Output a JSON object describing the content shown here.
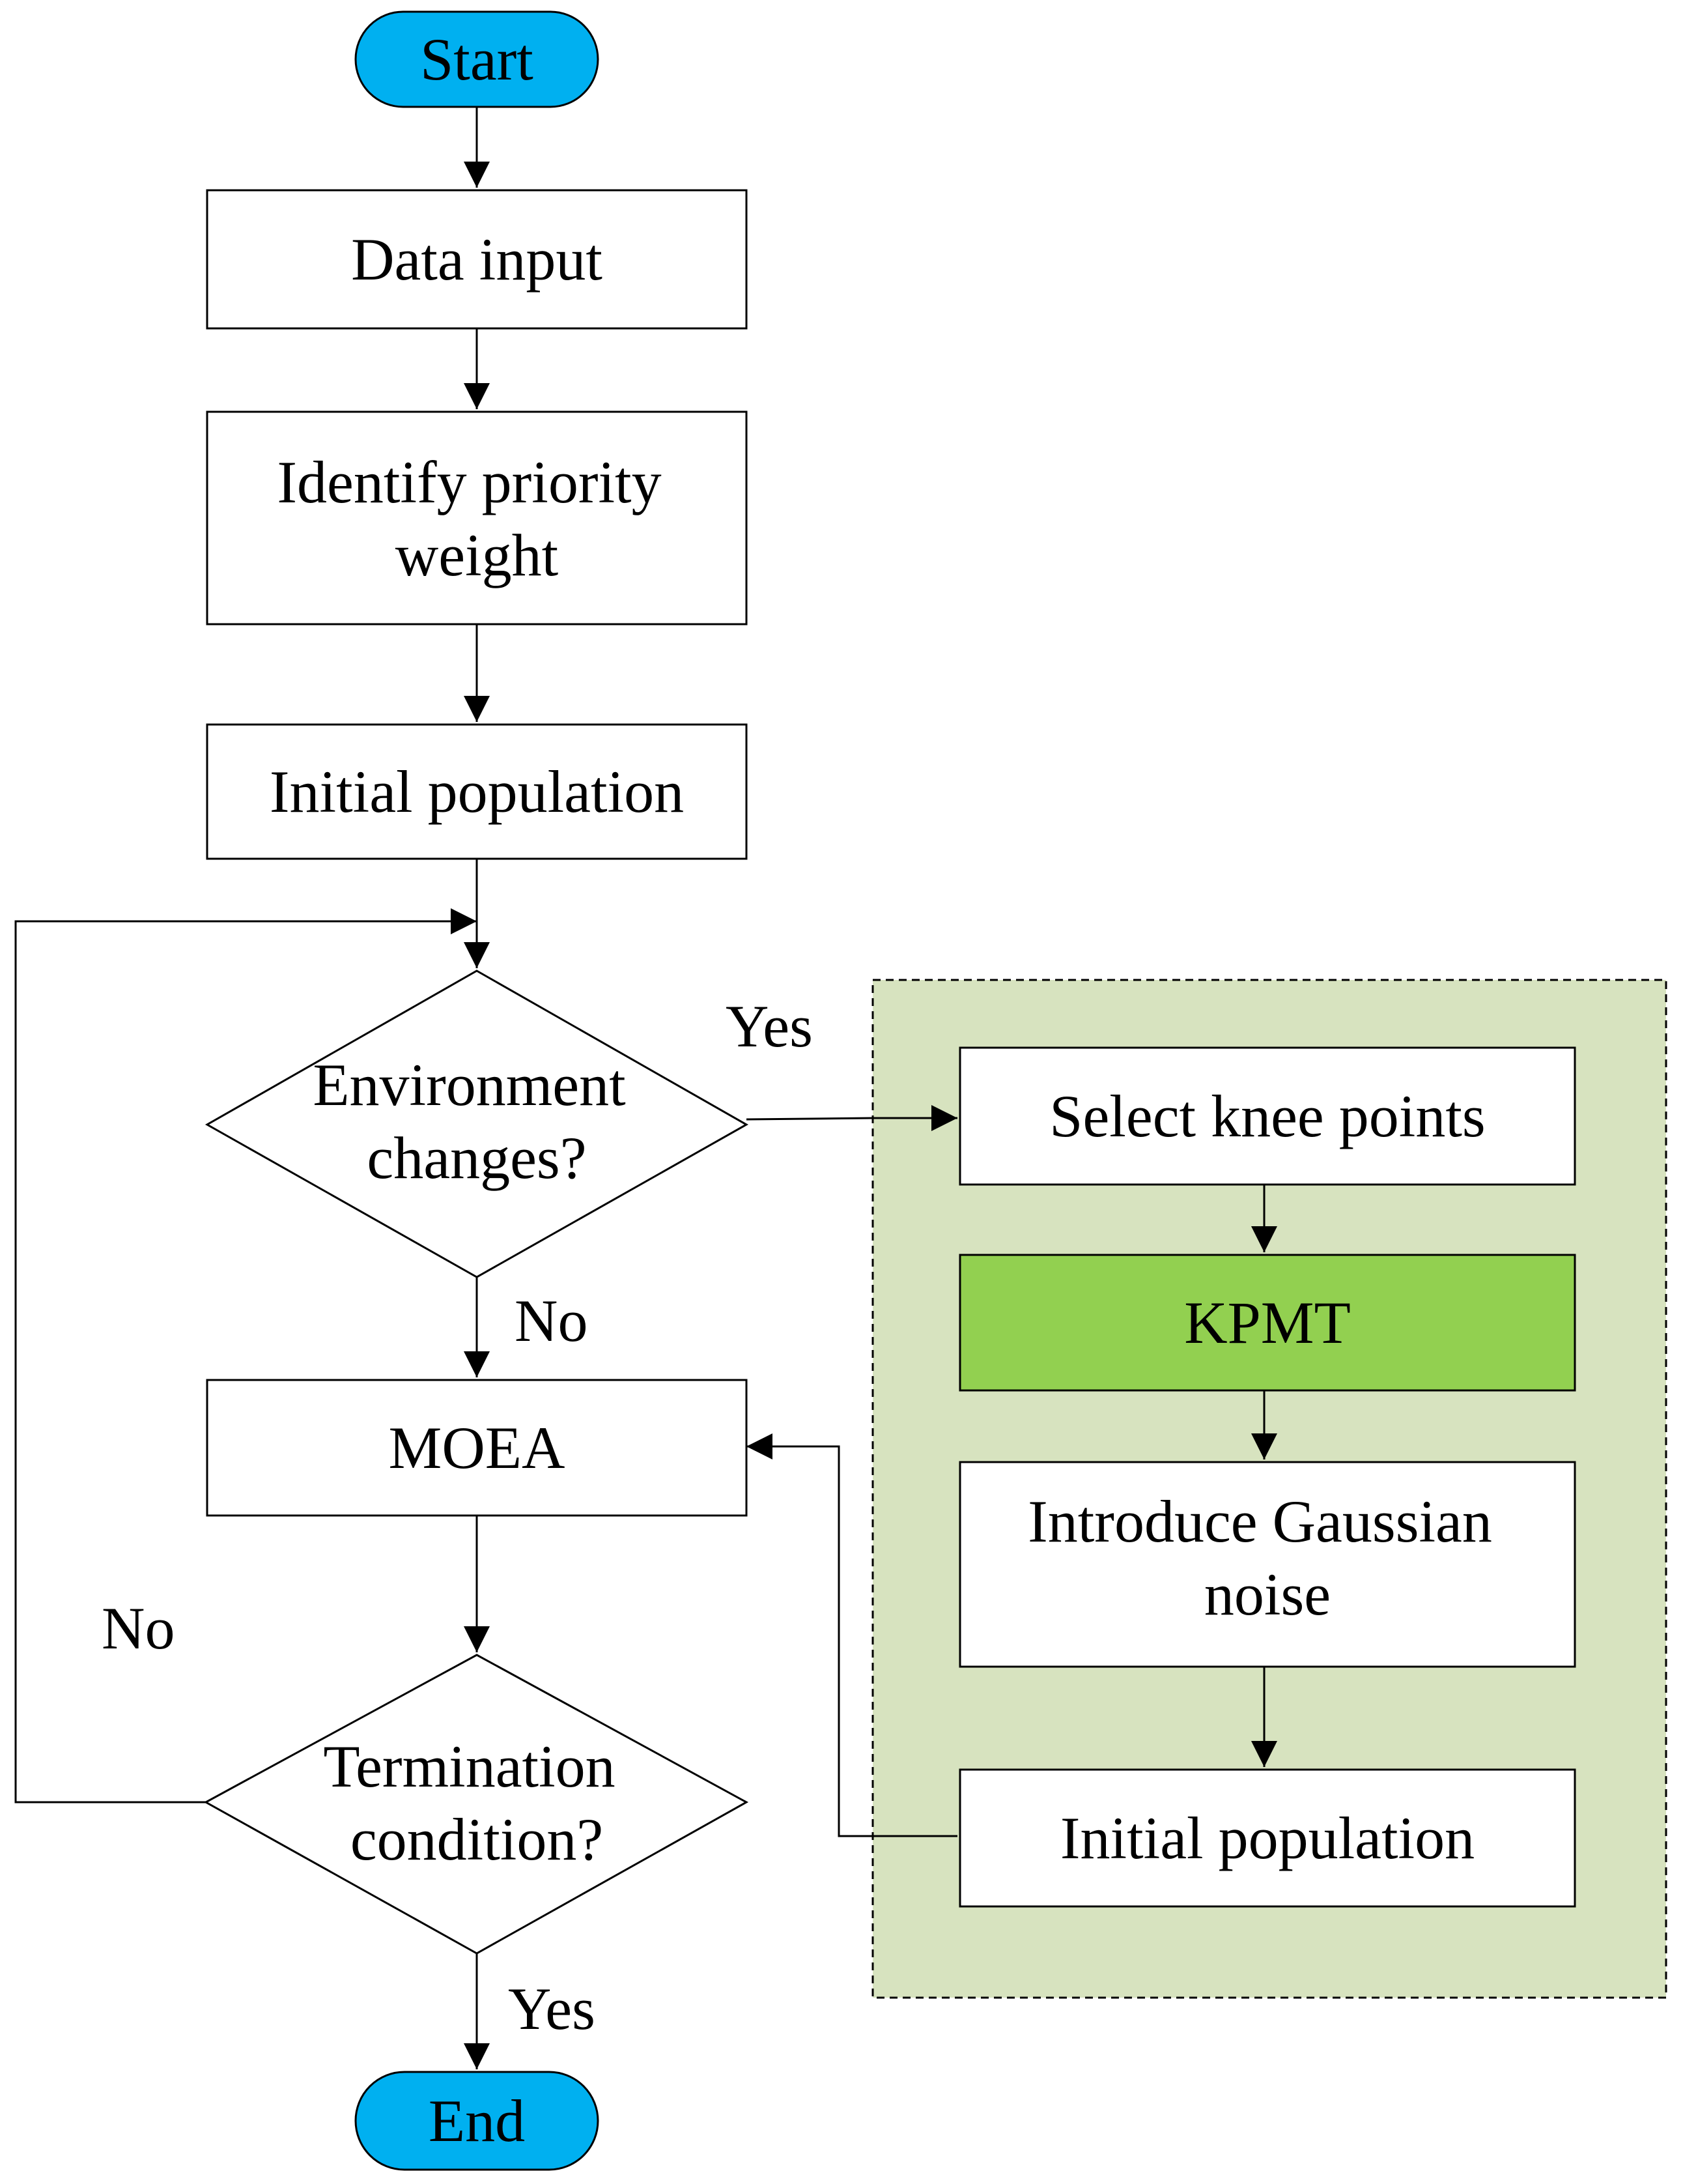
{
  "colors": {
    "terminal_fill": "#00b0f0",
    "group_fill": "#d7e3bf",
    "highlight_fill": "#92d050",
    "box_fill": "#ffffff",
    "stroke": "#000000"
  },
  "nodes": {
    "start": "Start",
    "data_input": "Data input",
    "priority_weight": [
      "Identify priority",
      "weight"
    ],
    "initial_population_main": "Initial population",
    "environment_changes": [
      "Environment",
      "changes?"
    ],
    "moea": "MOEA",
    "termination": [
      "Termination",
      "condition?"
    ],
    "end": "End",
    "select_knee_points": "Select knee points",
    "kpmt": "KPMT",
    "gaussian_noise": [
      "Introduce Gaussian",
      "noise"
    ],
    "initial_population_branch": "Initial population"
  },
  "edge_labels": {
    "env_yes": "Yes",
    "env_no": "No",
    "term_no": "No",
    "term_yes": "Yes"
  }
}
